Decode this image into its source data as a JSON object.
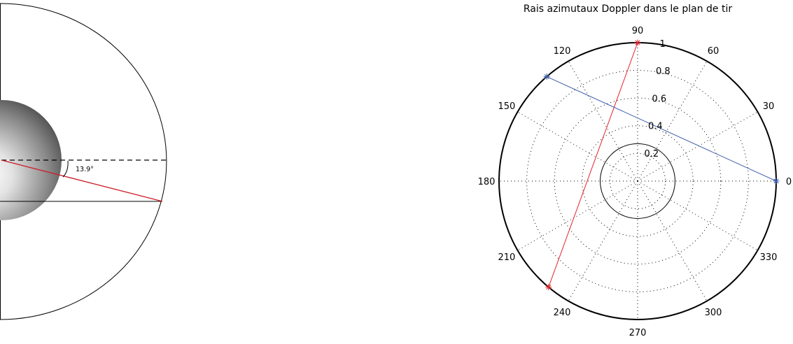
{
  "left_diagram": {
    "angle_label": "13.9°",
    "colors": {
      "ray": "#cc1f2a",
      "outline": "#000000"
    }
  },
  "polar_plot": {
    "title": "Rais azimutaux Doppler dans le plan de tir",
    "angle_labels": [
      "0",
      "30",
      "60",
      "90",
      "120",
      "150",
      "180",
      "210",
      "240",
      "270",
      "300",
      "330"
    ],
    "radial_labels": [
      "0.2",
      "0.4",
      "0.6",
      "0.8",
      "1"
    ],
    "colors": {
      "red_ray": "#e3242b",
      "blue_ray": "#3b5ca8",
      "grid": "#000000"
    }
  },
  "chart_data": {
    "type": "line",
    "coordinate_system": "polar",
    "title": "Rais azimutaux Doppler dans le plan de tir",
    "theta_ticks_deg": [
      0,
      30,
      60,
      90,
      120,
      150,
      180,
      210,
      240,
      270,
      300,
      330
    ],
    "r_ticks": [
      0.2,
      0.4,
      0.6,
      0.8,
      1
    ],
    "rlim": [
      0,
      1
    ],
    "grid": true,
    "inner_reference_circle_r": 0.27,
    "series": [
      {
        "color": "#e3242b",
        "marker": "*",
        "points": [
          {
            "theta_deg": 90,
            "r": 1
          },
          {
            "theta_deg": 230,
            "r": 1
          }
        ]
      },
      {
        "color": "#3b5ca8",
        "marker": "*",
        "points": [
          {
            "theta_deg": 0,
            "r": 1
          },
          {
            "theta_deg": 131,
            "r": 1
          }
        ]
      }
    ]
  }
}
